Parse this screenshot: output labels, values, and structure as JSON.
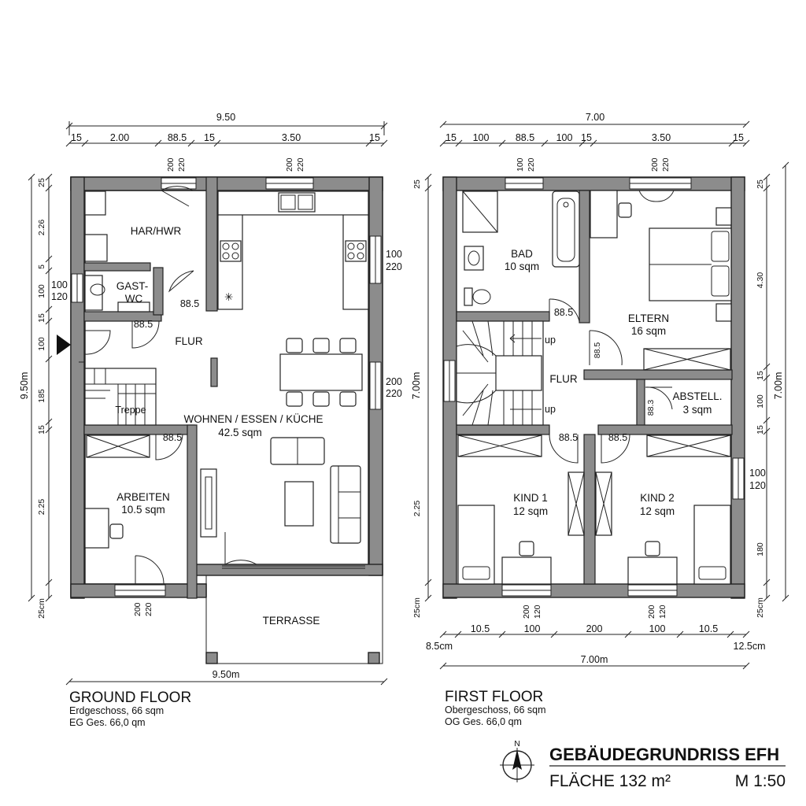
{
  "ground_floor": {
    "title": "GROUND FLOOR",
    "subtitle1": "Erdgeschoss, 66 sqm",
    "subtitle2": "EG Ges. 66,0 qm",
    "dims_top_total": "9.50",
    "dims_top": [
      "15",
      "2.00",
      "88.5",
      "15",
      "3.50",
      "15"
    ],
    "dims_bottom_total": "9.50m",
    "dims_left_total": "9.50m",
    "dims_left": [
      "25",
      "2.26",
      "5",
      "100",
      "15",
      "100",
      "185",
      "15",
      "2.25",
      "25cm"
    ],
    "window_labels": {
      "top_left_a": "200",
      "top_left_b": "220",
      "top_mid_a": "200",
      "top_mid_b": "220",
      "right1_a": "100",
      "right1_b": "220",
      "right2_a": "200",
      "right2_b": "220",
      "left_a": "100",
      "left_b": "120",
      "bottom_a": "200",
      "bottom_b": "220"
    },
    "rooms": {
      "har": "HAR/HWR",
      "gast1": "GAST-",
      "gast2": "WC",
      "flur": "FLUR",
      "treppe": "Treppe",
      "wohnen": "WOHNEN / ESSEN / KÜCHE",
      "wohnen_area": "42.5 sqm",
      "arbeiten": "ARBEITEN",
      "arbeiten_area": "10.5 sqm",
      "terrasse": "TERRASSE"
    },
    "door_labels": [
      "88.5",
      "88.5",
      "88.5"
    ]
  },
  "first_floor": {
    "title": "FIRST FLOOR",
    "subtitle1": "Obergeschoss, 66 sqm",
    "subtitle2": "OG Ges. 66,0 qm",
    "dims_top_total": "7.00",
    "dims_top": [
      "15",
      "100",
      "88.5",
      "100",
      "15",
      "3.50",
      "15"
    ],
    "dims_bottom": [
      "10.5",
      "100",
      "200",
      "100",
      "10.5"
    ],
    "dims_bottom_left": "8.5cm",
    "dims_bottom_right": "12.5cm",
    "dims_bottom_total": "7.00m",
    "dims_left_total": "7.00m",
    "dims_left": [
      "25",
      "2.25",
      "25cm"
    ],
    "dims_right_total": "7.00m",
    "dims_right": [
      "25",
      "4.30",
      "15",
      "100",
      "15",
      "180",
      "25cm"
    ],
    "window_labels": {
      "top_left_a": "100",
      "top_left_b": "220",
      "top_right_a": "200",
      "top_right_b": "220",
      "right_a": "100",
      "right_b": "120",
      "bottom_left_a": "200",
      "bottom_left_b": "120",
      "bottom_right_a": "200",
      "bottom_right_b": "120"
    },
    "rooms": {
      "bad": "BAD",
      "bad_area": "10 sqm",
      "eltern": "ELTERN",
      "eltern_area": "16 sqm",
      "flur": "FLUR",
      "up1": "up",
      "up2": "up",
      "abstell": "ABSTELL.",
      "abstell_area": "3 sqm",
      "kind1": "KIND 1",
      "kind1_area": "12 sqm",
      "kind2": "KIND 2",
      "kind2_area": "12 sqm"
    },
    "door_labels": [
      "88.5",
      "88.5",
      "88.3",
      "88.5",
      "88.5"
    ]
  },
  "title_block": {
    "north": "N",
    "title": "GEBÄUDEGRUNDRISS EFH",
    "area": "FLÄCHE 132 m²",
    "scale": "M 1:50"
  }
}
